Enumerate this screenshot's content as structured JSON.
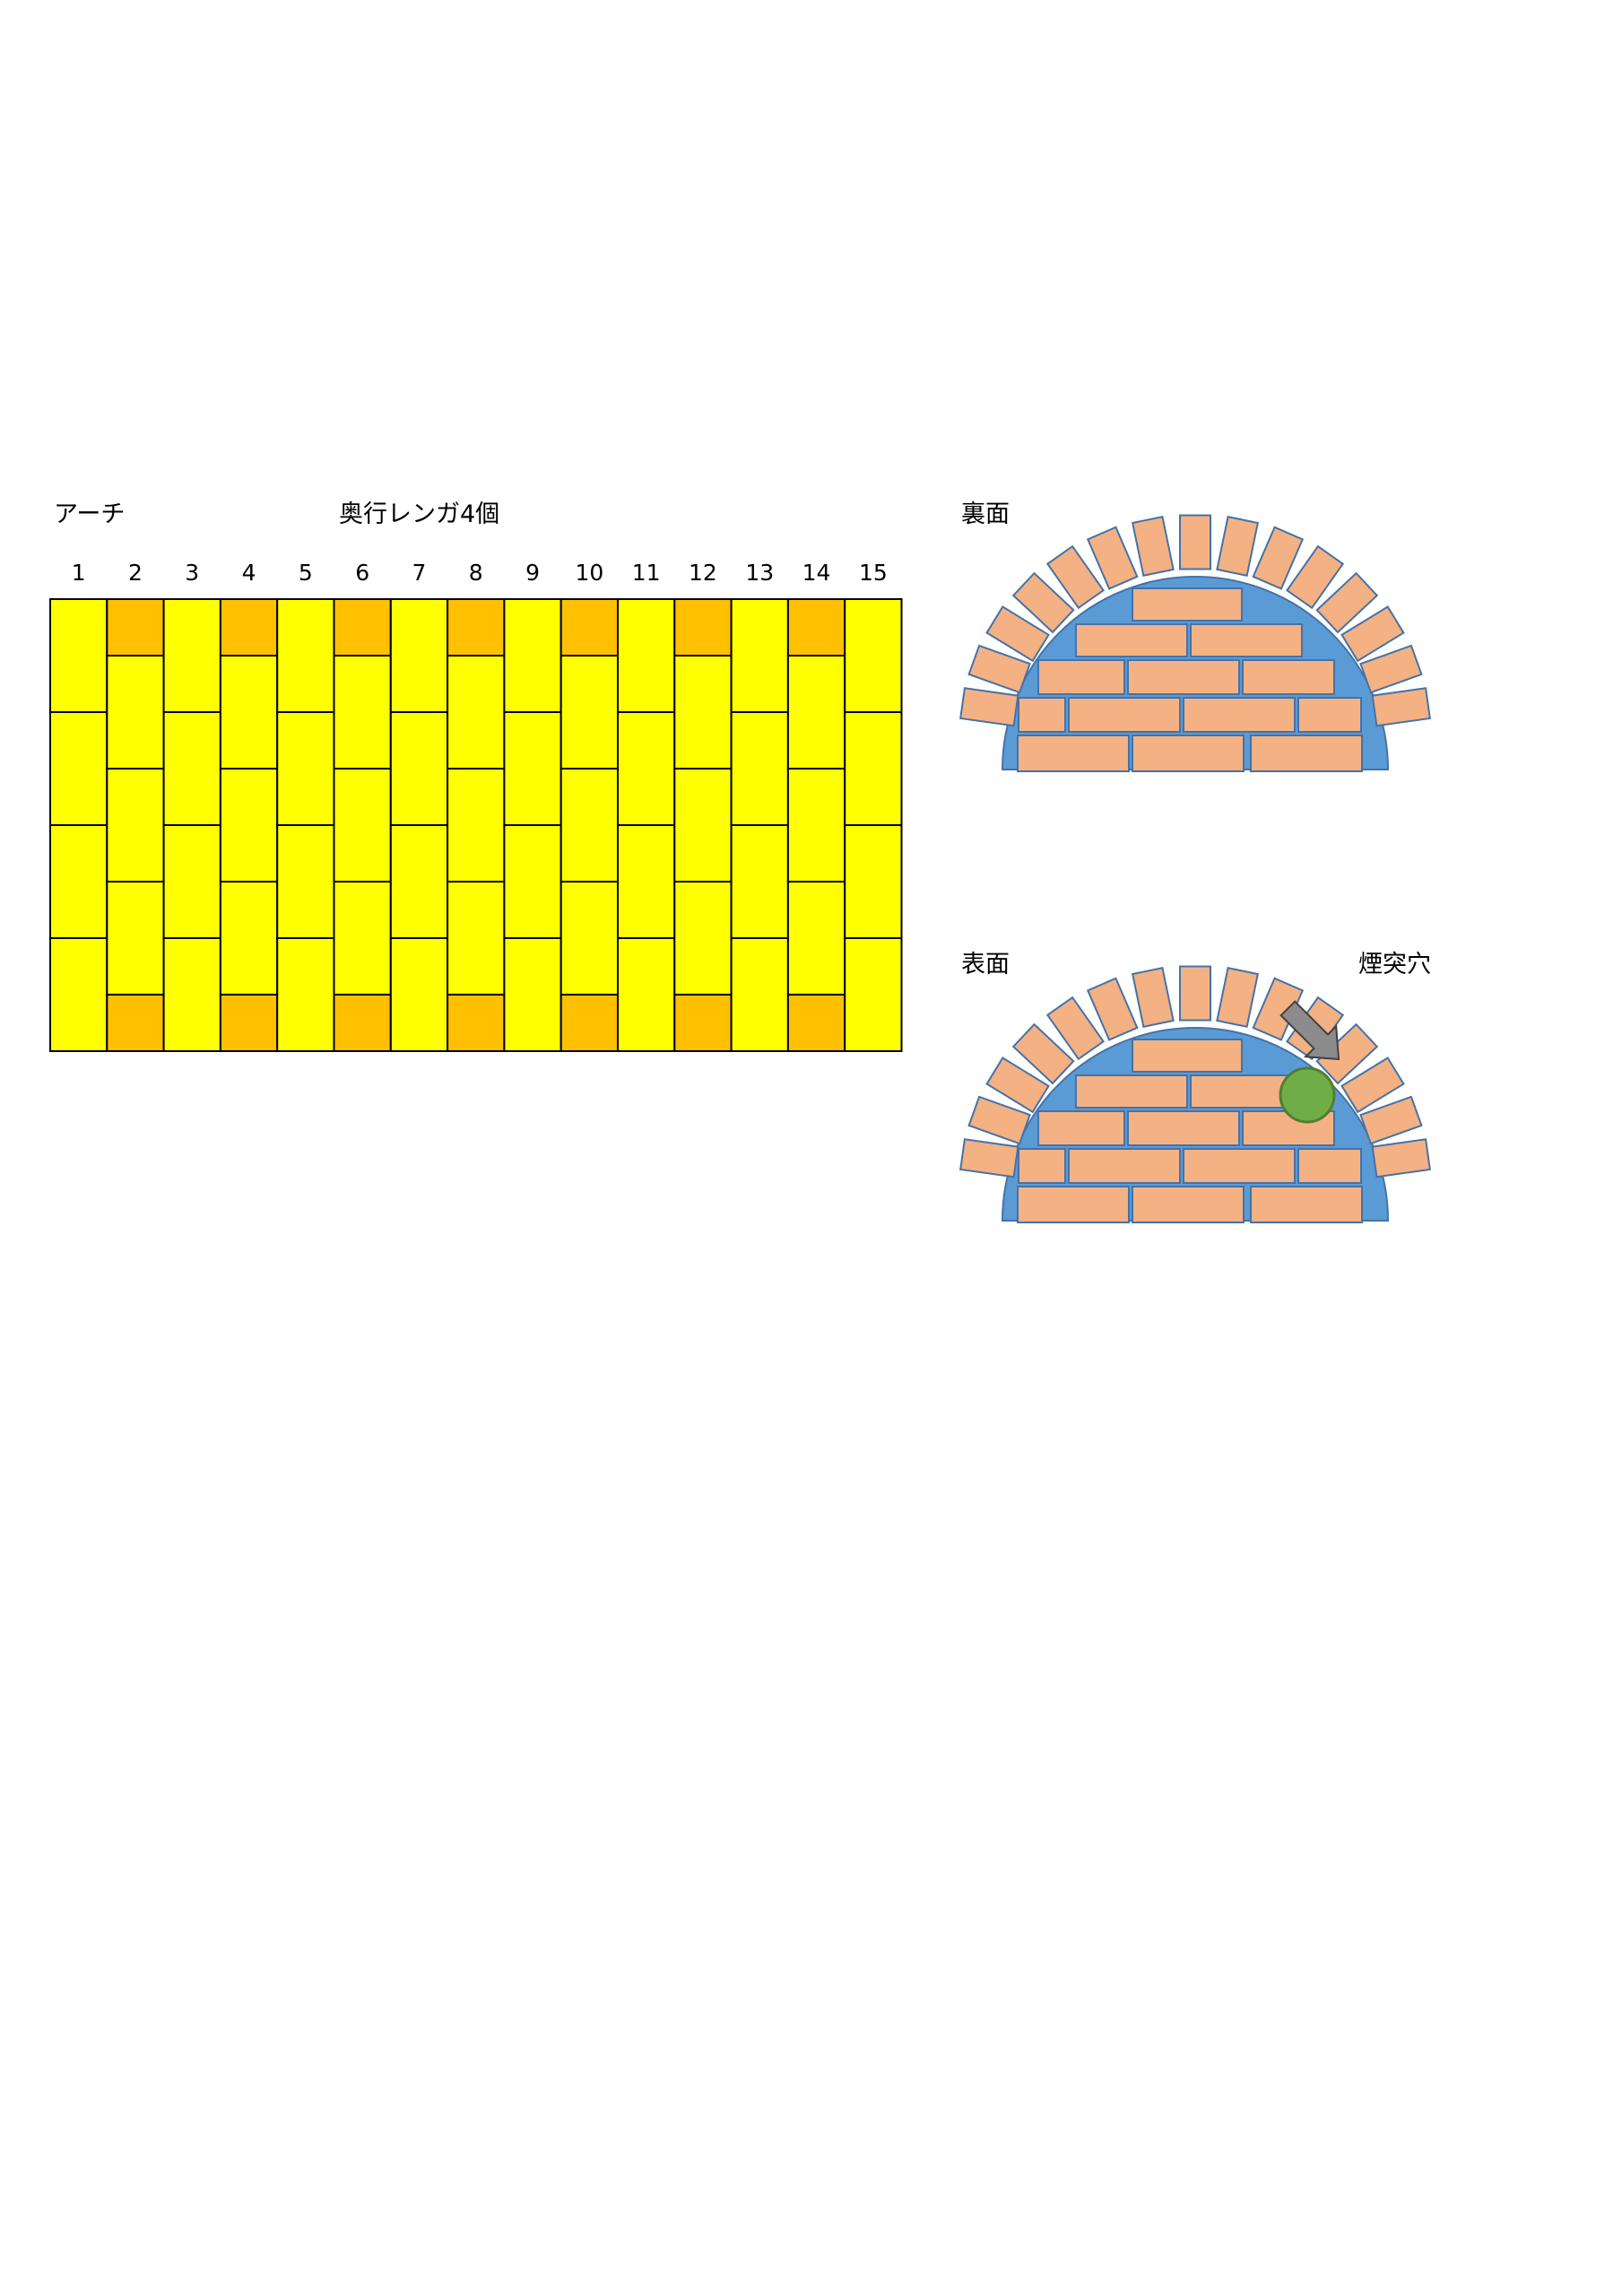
{
  "arch_label": "アーチ",
  "depth_label": "奥行レンガ4個",
  "columns": [
    "1",
    "2",
    "3",
    "4",
    "5",
    "6",
    "7",
    "8",
    "9",
    "10",
    "11",
    "12",
    "13",
    "14",
    "15"
  ],
  "back_label": "裏面",
  "front_label": "表面",
  "chimney_label": "煙突穴",
  "colors": {
    "brick_yellow": "#FFFF00",
    "brick_orange": "#FFC000",
    "arch_brick": "#F4B183",
    "arch_fill": "#5B9BD5",
    "chimney_hole": "#70AD47",
    "arrow": "#8C8C8C"
  }
}
